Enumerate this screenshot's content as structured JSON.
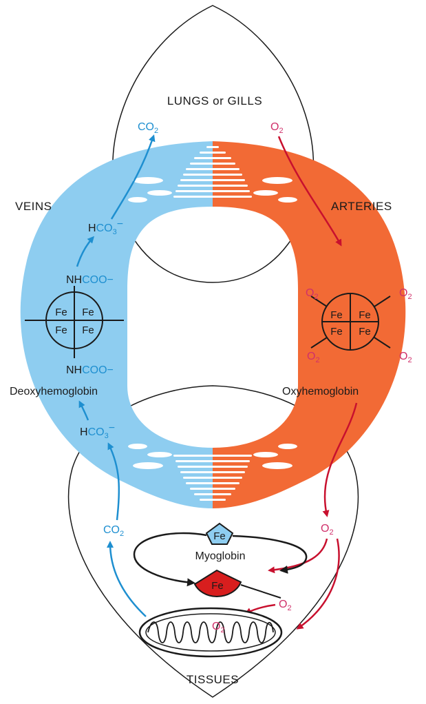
{
  "labels": {
    "lungs": "LUNGS or GILLS",
    "tissues": "TISSUES",
    "veins": "VEINS",
    "arteries": "ARTERIES",
    "deoxy": "Deoxyhemoglobin",
    "oxy": "Oxyhemoglobin",
    "myoglobin": "Myoglobin"
  },
  "chem": {
    "co2": "CO",
    "o2": "O",
    "two": "2",
    "three": "3",
    "hco3_h": "H",
    "hco3_co": "CO",
    "minus": "−",
    "nh": "NH",
    "coo": "COO−",
    "fe": "Fe"
  },
  "colors": {
    "blue": "#8ecdf0",
    "blue_text": "#1e8fd0",
    "orange": "#f26a35",
    "red": "#c8102e",
    "magenta": "#d0306a",
    "ink": "#1a1a1a"
  }
}
